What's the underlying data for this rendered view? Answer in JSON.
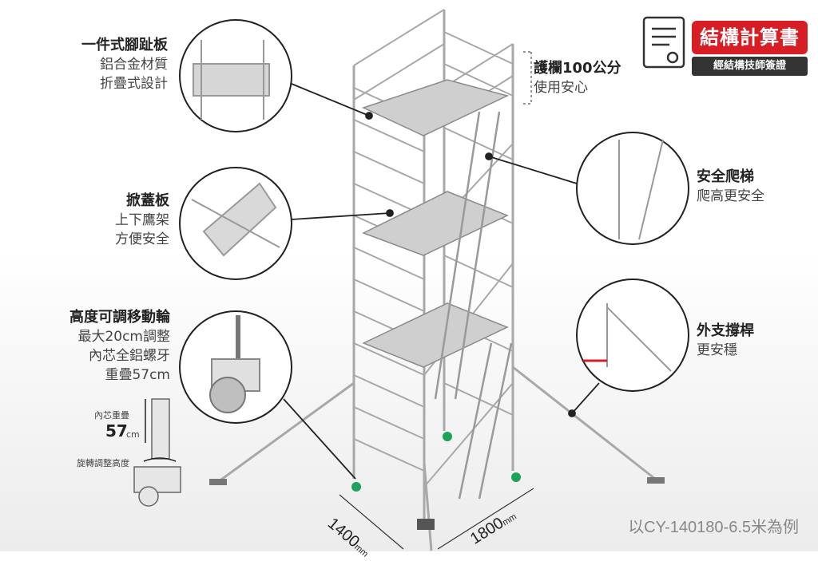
{
  "features": {
    "platform": {
      "title": "一件式腳趾板",
      "lines": [
        "鋁合金材質",
        "折疊式設計"
      ]
    },
    "hatch": {
      "title": "掀蓋板",
      "lines": [
        "上下鷹架",
        "方便安全"
      ]
    },
    "caster": {
      "title": "高度可調移動輪",
      "lines": [
        "最大20cm調整",
        "內芯全鋁螺牙",
        "重疊57cm"
      ]
    },
    "guardrail": {
      "title": "護欄100公分",
      "lines": [
        "使用安心"
      ]
    },
    "ladder": {
      "title": "安全爬梯",
      "lines": [
        "爬高更安全"
      ]
    },
    "outrigger": {
      "title": "外支撐桿",
      "lines": [
        "更安穩"
      ]
    }
  },
  "badge": {
    "title": "結構計算書",
    "subtitle": "經結構技師簽證"
  },
  "caster_detail": {
    "overlap_label": "內芯重疊",
    "overlap_value": "57",
    "overlap_unit": "cm",
    "rotate_label": "旋轉調整高度"
  },
  "dimensions": {
    "width_value": "1400",
    "length_value": "1800",
    "unit": "mm"
  },
  "caption": "以CY-140180-6.5米為例",
  "colors": {
    "accent": "#d81e25",
    "frame": "#9a9a9a",
    "wheel": "#1fa35a"
  }
}
